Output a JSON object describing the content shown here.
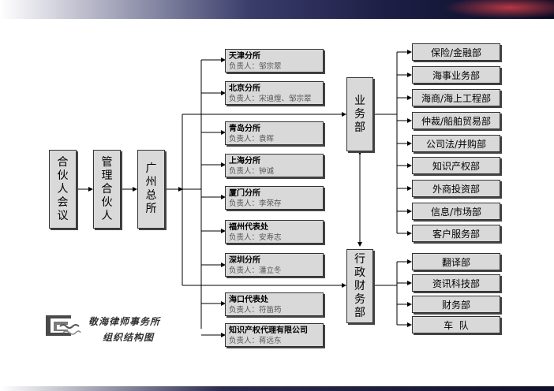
{
  "root_boxes": [
    {
      "id": "partners_meeting",
      "chars": [
        "合",
        "伙",
        "人",
        "会",
        "议"
      ]
    },
    {
      "id": "managing_partner",
      "chars": [
        "管",
        "理",
        "合",
        "伙",
        "人"
      ]
    },
    {
      "id": "guangzhou_hq",
      "chars": [
        "广",
        "州",
        "总",
        "所"
      ]
    }
  ],
  "branches": [
    {
      "name": "天津分所",
      "head": "负责人：邹宗翠"
    },
    {
      "name": "北京分所",
      "head": "负责人：宋迪煌、邹宗翠"
    },
    {
      "name": "青岛分所",
      "head": "负责人：袁晖"
    },
    {
      "name": "上海分所",
      "head": "负责人：钟诚"
    },
    {
      "name": "厦门分所",
      "head": "负责人：李荣存"
    },
    {
      "name": "福州代表处",
      "head": "负责人：安寿志"
    },
    {
      "name": "深圳分所",
      "head": "负责人：潘立冬"
    },
    {
      "name": "海口代表处",
      "head": "负责人：符笛筠"
    },
    {
      "name": "知识产权代理有限公司",
      "head": "负责人：蒋远东"
    }
  ],
  "business_division": {
    "chars": [
      "业",
      "务",
      "部"
    ]
  },
  "admin_division": {
    "chars": [
      "行",
      "政",
      "财",
      "务",
      "部"
    ]
  },
  "business_depts": [
    "保险/金融部",
    "海事业务部",
    "海商/海上工程部",
    "仲裁/船舶贸易部",
    "公司法/并购部",
    "知识产权部",
    "外商投资部",
    "信息/市场部",
    "客户服务部"
  ],
  "admin_depts": [
    "翻译部",
    "资讯科技部",
    "财务部",
    "车  队"
  ],
  "footer": {
    "line1": "敬海律师事务所",
    "line2": "组织结构图"
  },
  "colors": {
    "box_fill": "#d9d9d9",
    "line": "#000000",
    "banner_dark": "#1c1e45"
  }
}
